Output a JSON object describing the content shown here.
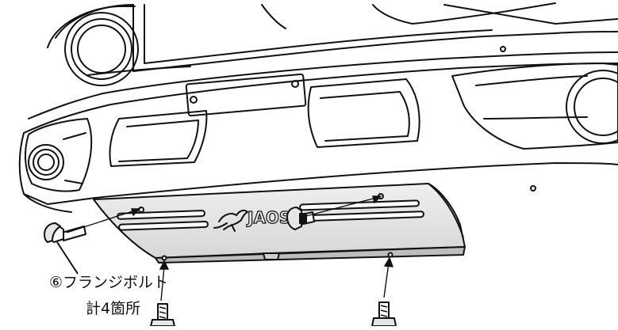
{
  "diagram": {
    "logo_text": "JAOS",
    "callout": {
      "line1": "⑥フランジボルト",
      "line2": "計4箇所"
    }
  },
  "colors": {
    "stroke": "#111111",
    "plate_fill": "#e8e8e8",
    "plate_shade": "#c9c9c9",
    "background": "#ffffff"
  }
}
